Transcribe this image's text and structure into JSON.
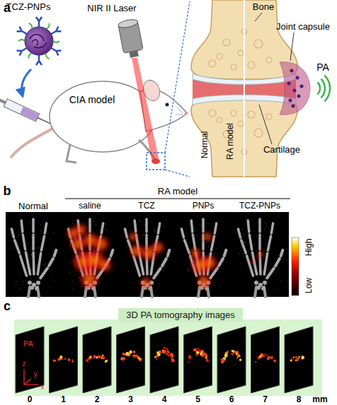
{
  "diagram": {
    "nodes": [
      {
        "text": [
          "3D PA tomography images"
        ]
      }
    ],
    "labels": [
      "a",
      "TCZ-PNPs",
      "NIR II Laser",
      "CIA model",
      "Bone",
      "Joint capsule",
      "PA",
      "Cartilage",
      "Normal",
      "RA model",
      "b",
      "Normal",
      "RA model",
      "saline",
      "TCZ",
      "PNPs",
      "TCZ-PNPs",
      "High",
      "Low",
      "c",
      "PA",
      "z",
      "y",
      "x",
      "0",
      "1",
      "2",
      "3",
      "4",
      "5",
      "6",
      "7",
      "8",
      "mm"
    ]
  }
}
